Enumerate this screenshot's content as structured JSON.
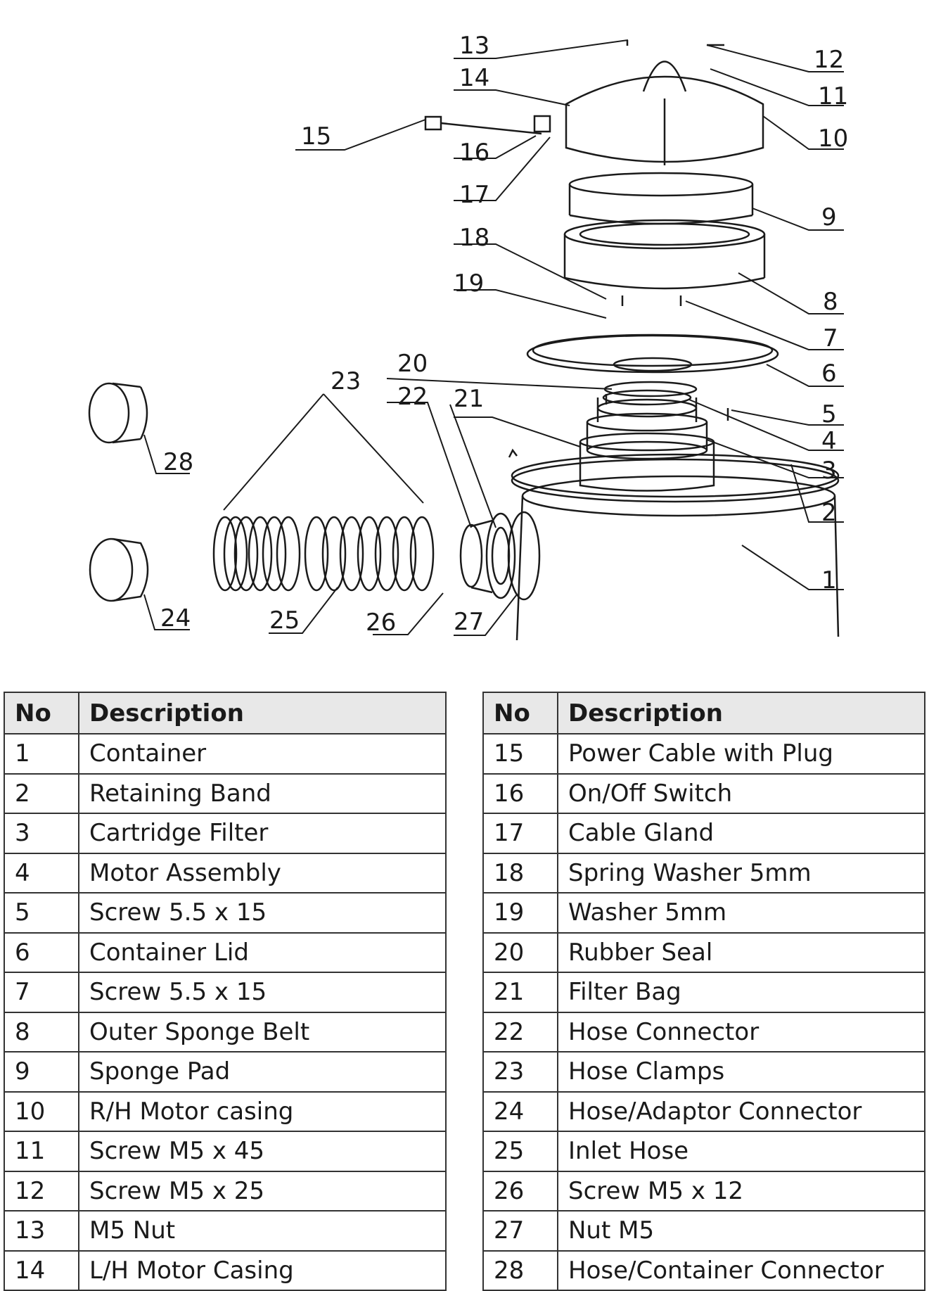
{
  "header": {
    "no": "No",
    "description": "Description"
  },
  "callouts": [
    "1",
    "2",
    "3",
    "4",
    "5",
    "6",
    "7",
    "8",
    "9",
    "10",
    "11",
    "12",
    "13",
    "14",
    "15",
    "16",
    "17",
    "18",
    "19",
    "20",
    "21",
    "22",
    "23",
    "24",
    "25",
    "26",
    "27",
    "28"
  ],
  "parts_left": [
    {
      "no": "1",
      "description": "Container"
    },
    {
      "no": "2",
      "description": "Retaining Band"
    },
    {
      "no": "3",
      "description": "Cartridge Filter"
    },
    {
      "no": "4",
      "description": "Motor Assembly"
    },
    {
      "no": "5",
      "description": "Screw 5.5 x 15"
    },
    {
      "no": "6",
      "description": "Container Lid"
    },
    {
      "no": "7",
      "description": "Screw 5.5 x 15"
    },
    {
      "no": "8",
      "description": "Outer Sponge Belt"
    },
    {
      "no": "9",
      "description": "Sponge Pad"
    },
    {
      "no": "10",
      "description": "R/H Motor casing"
    },
    {
      "no": "11",
      "description": "Screw M5 x 45"
    },
    {
      "no": "12",
      "description": "Screw M5 x 25"
    },
    {
      "no": "13",
      "description": "M5 Nut"
    },
    {
      "no": "14",
      "description": "L/H Motor Casing"
    }
  ],
  "parts_right": [
    {
      "no": "15",
      "description": "Power Cable with Plug"
    },
    {
      "no": "16",
      "description": "On/Off Switch"
    },
    {
      "no": "17",
      "description": "Cable Gland"
    },
    {
      "no": "18",
      "description": "Spring Washer 5mm"
    },
    {
      "no": "19",
      "description": "Washer 5mm"
    },
    {
      "no": "20",
      "description": "Rubber Seal"
    },
    {
      "no": "21",
      "description": "Filter Bag"
    },
    {
      "no": "22",
      "description": "Hose Connector"
    },
    {
      "no": "23",
      "description": "Hose Clamps"
    },
    {
      "no": "24",
      "description": "Hose/Adaptor Connector"
    },
    {
      "no": "25",
      "description": "Inlet Hose"
    },
    {
      "no": "26",
      "description": "Screw M5 x 12"
    },
    {
      "no": "27",
      "description": "Nut M5"
    },
    {
      "no": "28",
      "description": "Hose/Container Connector"
    }
  ]
}
